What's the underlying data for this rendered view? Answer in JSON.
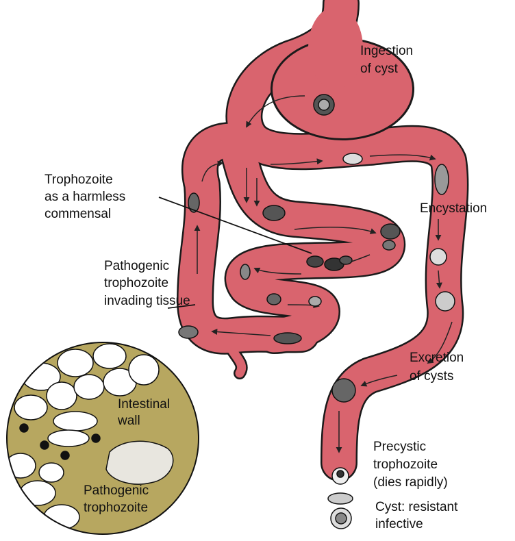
{
  "labels": {
    "ingestion": [
      "Ingestion",
      "of cyst"
    ],
    "commensal": [
      "Trophozoite",
      "as a harmless",
      "commensal"
    ],
    "encystation": [
      "Encystation"
    ],
    "pathogenic_invading": [
      "Pathogenic",
      "trophozoite",
      "invading tissue"
    ],
    "excretion": [
      "Excretion",
      "of cysts"
    ],
    "intestinal_wall": [
      "Intestinal",
      "wall"
    ],
    "pathogenic_trophozoite": [
      "Pathogenic",
      "trophozoite"
    ],
    "precystic": [
      "Precystic",
      "trophozoite",
      "(dies rapidly)"
    ],
    "cyst": [
      "Cyst: resistant",
      "infective"
    ]
  },
  "colors": {
    "intestine": "#d9646e",
    "outline": "#1a1a1a",
    "inset_background": "#b7a760",
    "cell_fill": "#ffffff"
  }
}
